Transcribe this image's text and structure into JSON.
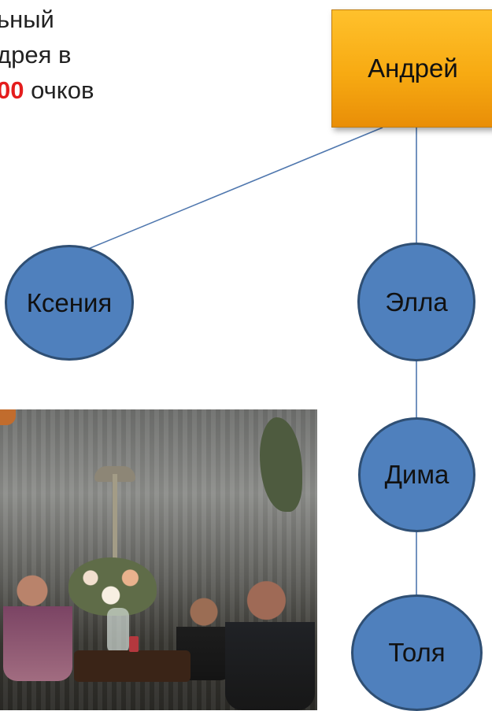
{
  "text": {
    "line1": "ьный",
    "line2": "дрея в",
    "line3_value": "00",
    "line3_suffix": " очков"
  },
  "tree": {
    "root": "Андрей",
    "children": {
      "ksenia": "Ксения",
      "ella": "Элла",
      "dima": "Дима",
      "tolya": "Толя"
    }
  },
  "colors": {
    "root_box": "#f7aa12",
    "node_fill": "#4f80bd",
    "node_border": "#2f4f74",
    "connector": "#4f77ae",
    "highlight": "#e41d1d"
  },
  "photo": {
    "description_visible": false
  }
}
